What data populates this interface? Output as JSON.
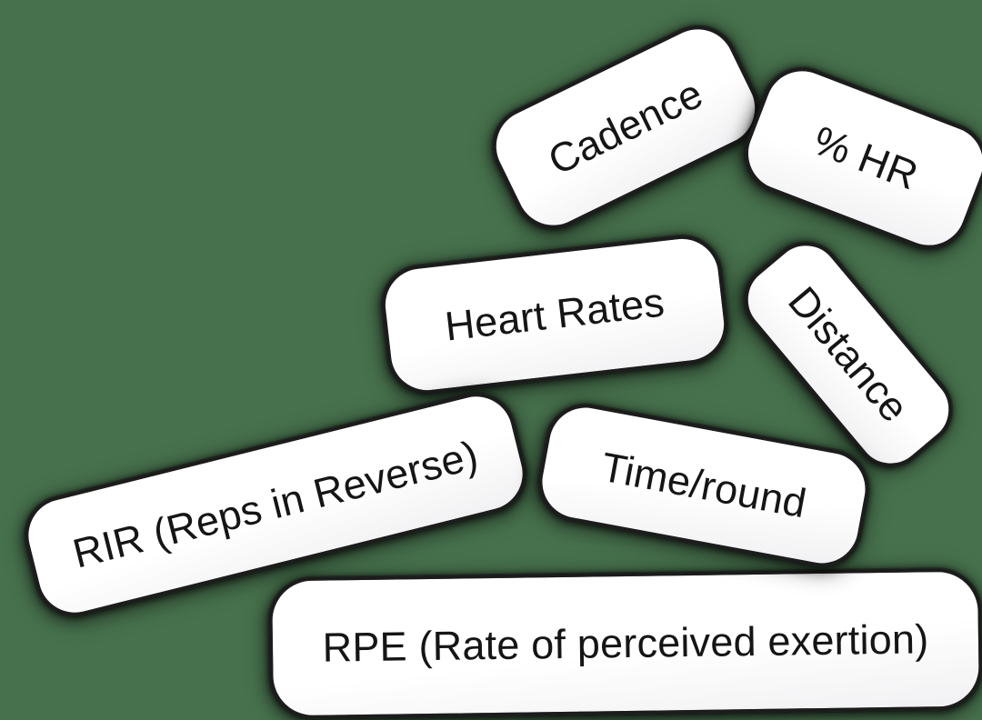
{
  "theme": {
    "bg": "#47714D",
    "card_fill": "#ffffff",
    "card_fill_edge": "#f1f1f3",
    "card_border": "#1c1c1c",
    "text": "#151515"
  },
  "cards": [
    {
      "id": "cadence",
      "label": "Cadence"
    },
    {
      "id": "pct-hr",
      "label": "% HR"
    },
    {
      "id": "distance",
      "label": "Distance"
    },
    {
      "id": "heart-rates",
      "label": "Heart Rates"
    },
    {
      "id": "rir",
      "label": "RIR (Reps in Reverse)"
    },
    {
      "id": "rpe",
      "label": "RPE (Rate of perceived exertion)"
    },
    {
      "id": "time-round",
      "label": "Time/round"
    }
  ]
}
